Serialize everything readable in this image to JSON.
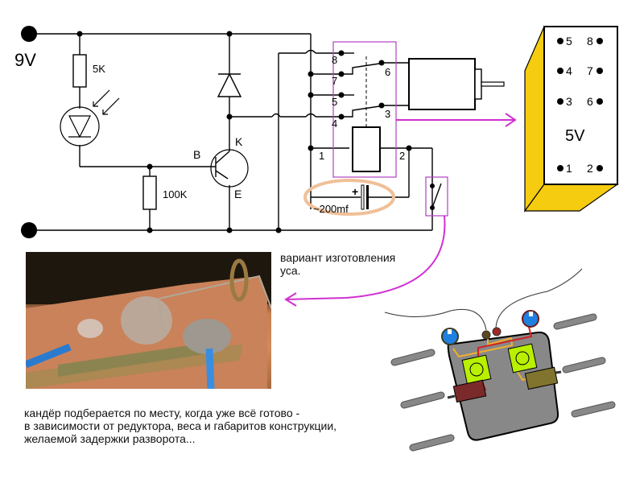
{
  "power": {
    "voltage_label": "9V",
    "plus_symbol": "+",
    "minus_symbol": "−"
  },
  "components": {
    "r1_label": "5K",
    "r2_label": "100K",
    "transistor": {
      "base": "B",
      "collector": "K",
      "emitter": "E"
    },
    "capacitor": {
      "label": "~200mf",
      "polarity": "+"
    },
    "relay_pins": [
      "1",
      "2",
      "3",
      "4",
      "5",
      "6",
      "7",
      "8"
    ]
  },
  "relay_module": {
    "voltage": "5V",
    "pins_left": [
      "5",
      "4",
      "3",
      "1"
    ],
    "pins_right": [
      "8",
      "7",
      "6",
      "2"
    ]
  },
  "notes": {
    "whisker_caption_line1": "вариант изготовления",
    "whisker_caption_line2": "уса.",
    "bottom_line1": "кандёр подберается по месту, когда уже всё готово -",
    "bottom_line2": "в зависимости от редуктора, веса и габаритов конструкции,",
    "bottom_line3": "желаемой задержки разворота..."
  },
  "colors": {
    "wire": "#000000",
    "relay_outline": "#b040c0",
    "arrow": "#d030d0",
    "cap_highlight": "#f0c098",
    "module_yellow": "#f5cc10",
    "robot_body": "#888888",
    "board_green": "#b8f000",
    "motor_left": "#7a2a2a",
    "motor_right": "#80742e",
    "sensor_blue": "#2080e0"
  }
}
